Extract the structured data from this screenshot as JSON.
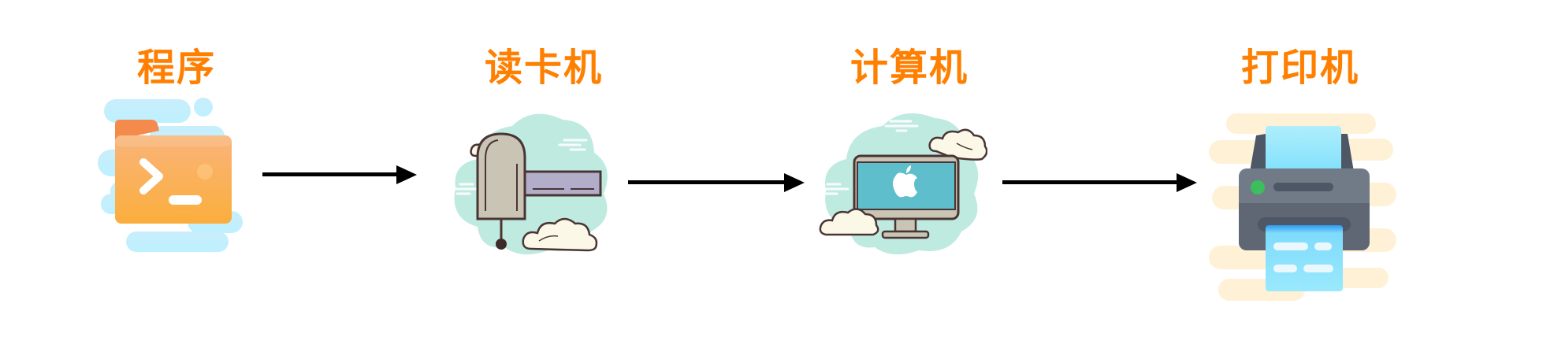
{
  "diagram": {
    "type": "flow",
    "direction": "left-to-right",
    "title_color": "#FF7F00",
    "nodes": [
      {
        "id": "program",
        "label": "程序",
        "icon": "terminal-folder-icon"
      },
      {
        "id": "card_reader",
        "label": "读卡机",
        "icon": "card-reader-icon"
      },
      {
        "id": "computer",
        "label": "计算机",
        "icon": "computer-monitor-icon"
      },
      {
        "id": "printer",
        "label": "打印机",
        "icon": "printer-icon"
      }
    ],
    "edges": [
      {
        "from": "program",
        "to": "card_reader"
      },
      {
        "from": "card_reader",
        "to": "computer"
      },
      {
        "from": "computer",
        "to": "printer"
      }
    ]
  }
}
